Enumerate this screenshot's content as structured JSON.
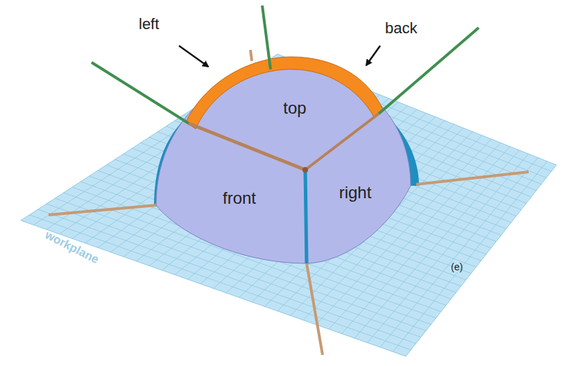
{
  "diagram": {
    "labels": [
      "left",
      "back",
      "top",
      "front",
      "right",
      "(e)",
      "workplane"
    ]
  }
}
